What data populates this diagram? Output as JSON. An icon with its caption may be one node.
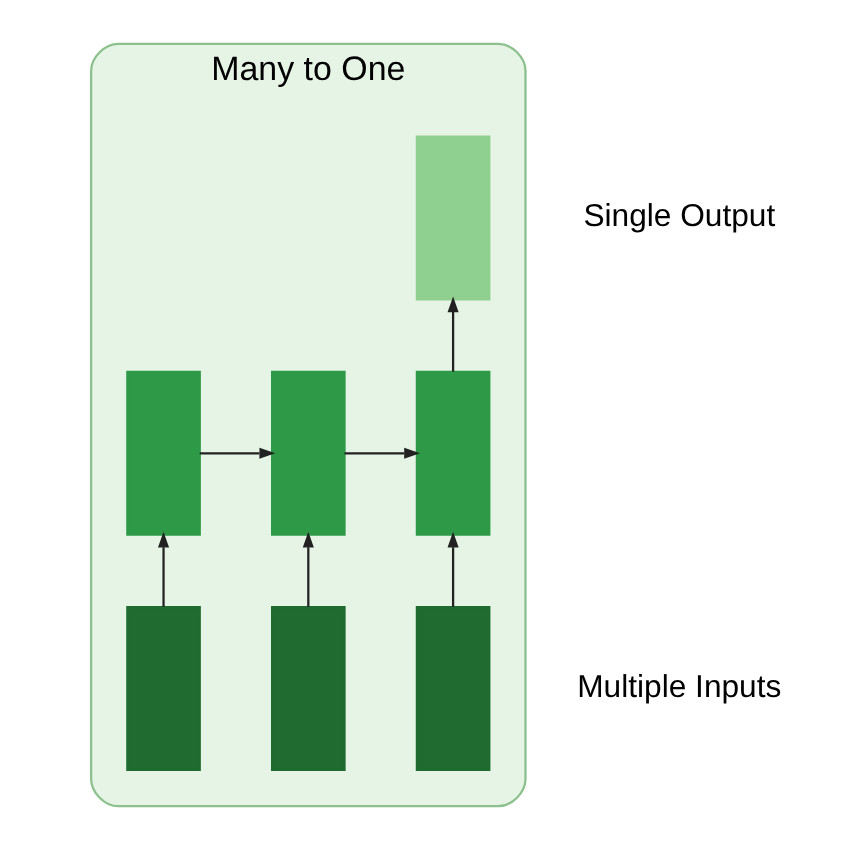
{
  "diagram": {
    "nodes": [
      {
        "text": [
          "Many to One"
        ]
      },
      {
        "text": [],
        "shape": "box",
        "in": 0
      },
      {
        "text": [],
        "shape": "box",
        "in": 0
      },
      {
        "text": [],
        "shape": "box",
        "in": 0
      },
      {
        "text": [],
        "shape": "box",
        "in": 0
      },
      {
        "text": [],
        "shape": "box",
        "in": 0
      },
      {
        "text": [],
        "shape": "box",
        "in": 0
      },
      {
        "text": [],
        "shape": "box",
        "in": 0
      }
    ],
    "edges": [
      {
        "from": 5,
        "to": 2,
        "arrow": "to"
      },
      {
        "from": 6,
        "to": 3,
        "arrow": "to"
      },
      {
        "from": 7,
        "to": 4,
        "arrow": "to"
      },
      {
        "from": 2,
        "to": 3,
        "arrow": "to"
      },
      {
        "from": 3,
        "to": 4,
        "arrow": "to"
      },
      {
        "from": 4,
        "to": 1,
        "arrow": "to"
      }
    ],
    "labels": [
      "Single Output",
      "Multiple Inputs"
    ]
  }
}
